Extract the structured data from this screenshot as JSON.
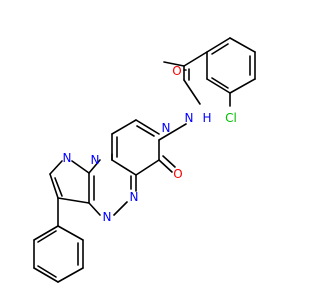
{
  "atoms": {
    "O1": {
      "text": "O"
    },
    "H1": {
      "text": "H"
    },
    "N1": {
      "text": "N"
    },
    "Cl": {
      "text": "Cl"
    },
    "N_ring": {
      "text": "N"
    },
    "O2": {
      "text": "O"
    },
    "N_pz1": {
      "text": "N"
    },
    "N_pz2": {
      "text": "N"
    },
    "N_tz1": {
      "text": "N"
    },
    "N_tz2": {
      "text": "N"
    }
  },
  "colors": {
    "bond": "#000000",
    "nitrogen": "#0000ff",
    "oxygen": "#ff0000",
    "chlorine": "#00c000"
  }
}
